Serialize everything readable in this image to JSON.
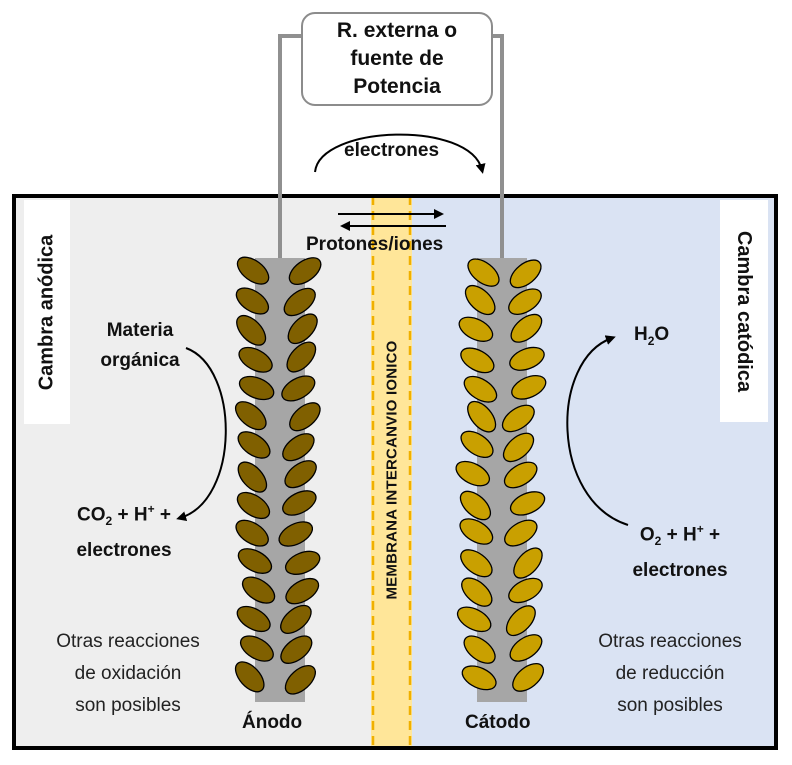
{
  "power_source": {
    "line1": "R. externa o",
    "line2": "fuente de",
    "line3": "Potencia"
  },
  "electrons_top": "electrones",
  "protons": "Protones/iones",
  "anode_chamber": "Cambra anódica",
  "cathode_chamber": "Cambra catódica",
  "membrane": "MEMBRANA INTERCANVIO IONICO",
  "anode_input": {
    "line1": "Materia",
    "line2": "orgánica"
  },
  "anode_output": {
    "co": "CO",
    "co_sub": "2",
    "h": " + H",
    "h_sup": "+",
    "plus": " +",
    "line2": "electrones"
  },
  "cathode_product": {
    "h": "H",
    "h_sub": "2",
    "o": "O"
  },
  "cathode_input": {
    "o": "O",
    "o_sub": "2",
    "h": " + H",
    "h_sup": "+",
    "plus": " +",
    "line2": "electrones"
  },
  "anode_note": {
    "line1": "Otras reacciones",
    "line2": "de oxidación",
    "line3": "son posibles"
  },
  "cathode_note": {
    "line1": "Otras reacciones",
    "line2": "de reducción",
    "line3": "son posibles"
  },
  "anode_label": "Ánodo",
  "cathode_label": "Cátodo",
  "colors": {
    "anode_bg": "#eeeeee",
    "cathode_bg": "#dae3f3",
    "membrane": "#ffe699",
    "membrane_dash": "#f0b000",
    "rod": "#a6a6a6",
    "anode_particle": "#806000",
    "cathode_particle": "#c9a000",
    "wire": "#909090"
  }
}
